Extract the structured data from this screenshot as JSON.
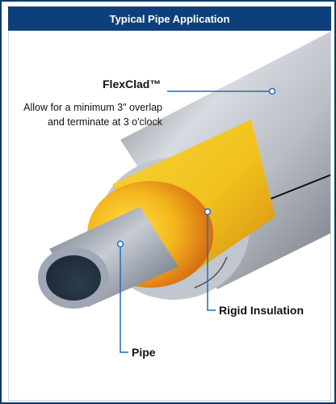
{
  "header": {
    "title": "Typical Pipe Application"
  },
  "callouts": {
    "flexclad": {
      "title": "FlexClad™",
      "lines": [
        "Allow for a minimum 3\" overlap",
        "and terminate at 3 o'clock"
      ]
    },
    "insulation": {
      "label": "Rigid Insulation"
    },
    "pipe": {
      "label": "Pipe"
    }
  },
  "colors": {
    "header_bg": "#0d3f7a",
    "cladding": "#c9ccd2",
    "insulation": "#f2c21a",
    "pipe": "#8f97a3",
    "callout": "#1e6fb8"
  }
}
